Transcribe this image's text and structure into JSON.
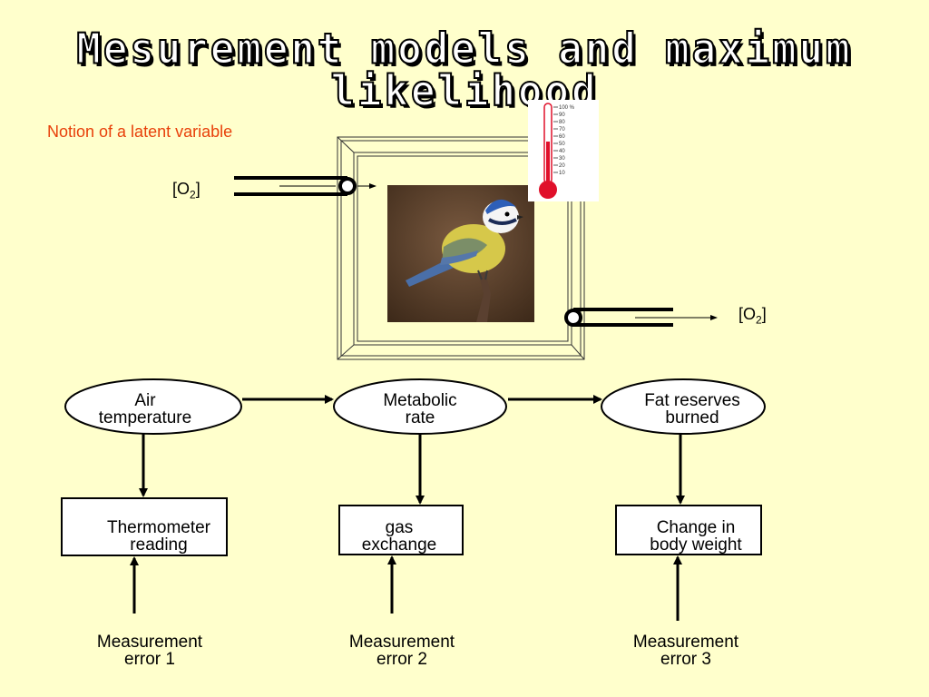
{
  "title": "Mesurement models and maximum likelihood",
  "subtitle": "Notion of a latent variable",
  "inlet_label": "O",
  "inlet_sub": "2",
  "outlet_label": "O",
  "outlet_sub": "2",
  "thermometer_scale": [
    "100 %",
    "90",
    "80",
    "70",
    "60",
    "50",
    "40",
    "30",
    "20",
    "10"
  ],
  "latent_nodes": [
    {
      "line1": "Air",
      "line2": "temperature"
    },
    {
      "line1": "Metabolic",
      "line2": "rate"
    },
    {
      "line1": "Fat reserves",
      "line2": "burned"
    }
  ],
  "indicators": [
    {
      "line1": "Thermometer",
      "line2": "reading"
    },
    {
      "line1": "gas",
      "line2": "exchange"
    },
    {
      "line1": "Change in",
      "line2": "body weight"
    }
  ],
  "errors": [
    {
      "line1": "Measurement",
      "line2": "error 1"
    },
    {
      "line1": "Measurement",
      "line2": "error 2"
    },
    {
      "line1": "Measurement",
      "line2": "error 3"
    }
  ],
  "colors": {
    "background": "#ffffcc",
    "subtitle": "#e8400a",
    "thermometer_bulb": "#e0102a"
  }
}
